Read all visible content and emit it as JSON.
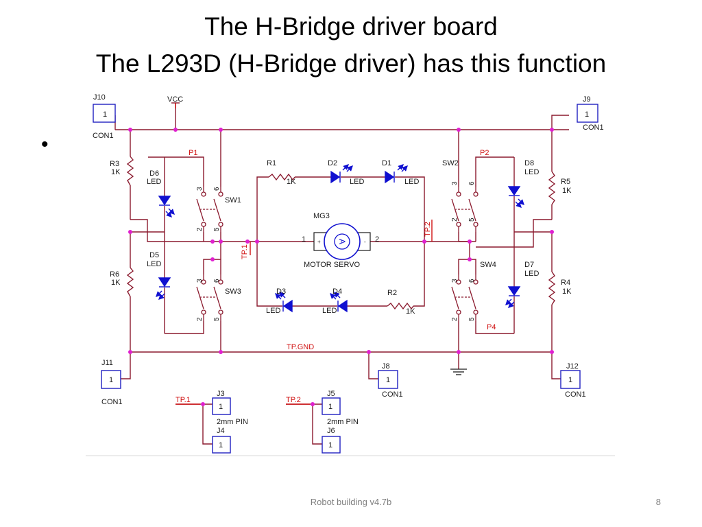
{
  "slide": {
    "title_line1": "The H-Bridge driver board",
    "title_line2": "The L293D (H-Bridge driver) has this function",
    "bullet": "•",
    "footer": "Robot building v4.7b",
    "page_number": "8"
  },
  "colors": {
    "wire": "#8b1a2e",
    "junction": "#e020d0",
    "led": "#1010d0",
    "text": "#1a1a1a",
    "net_label": "#d01010",
    "connector": "#2020c0"
  },
  "schematic": {
    "vcc": "VCC",
    "tp_gnd": "TP.GND",
    "mg3": "MG3",
    "motor_servo": "MOTOR SERVO",
    "motor_symbol": "A",
    "motor_plus": "+",
    "motor_minus": "-",
    "motor_pin1": "1",
    "motor_pin2": "2",
    "tp1": "TP.1",
    "tp2": "TP.2",
    "p1": "P1",
    "p2": "P2",
    "p4": "P4",
    "pin1": "1",
    "con1": "CON1",
    "pin_2mm": "2mm PIN",
    "j10": "J10",
    "j9": "J9",
    "j11": "J11",
    "j12": "J12",
    "j8": "J8",
    "j3": "J3",
    "j4": "J4",
    "j5": "J5",
    "j6": "J6",
    "r1": "R1",
    "r2": "R2",
    "r3": "R3",
    "r4": "R4",
    "r5": "R5",
    "r6": "R6",
    "val_1k": "1K",
    "d1": "D1",
    "d2": "D2",
    "d3": "D3",
    "d4": "D4",
    "d5": "D5",
    "d6": "D6",
    "d7": "D7",
    "d8": "D8",
    "led": "LED",
    "sw1": "SW1",
    "sw2": "SW2",
    "sw3": "SW3",
    "sw4": "SW4",
    "sw_pin2": "2",
    "sw_pin3": "3",
    "sw_pin5": "5",
    "sw_pin6": "6"
  }
}
